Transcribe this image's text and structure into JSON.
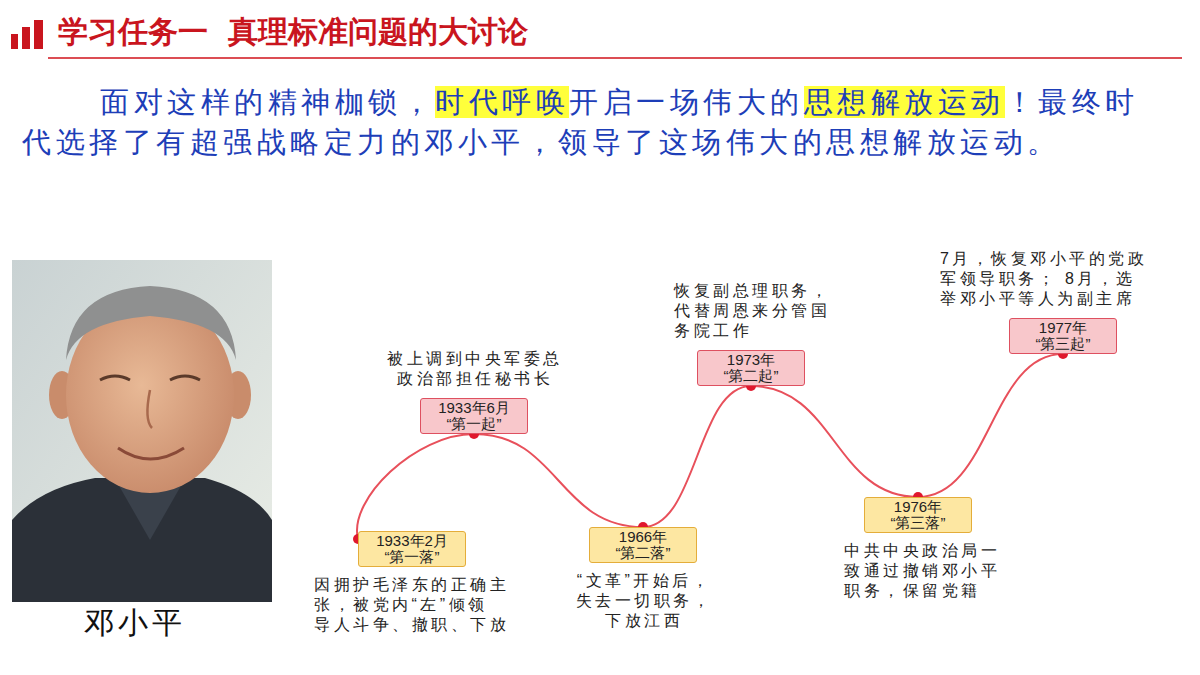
{
  "diagram": {
    "title": "学习任务一 真理标准问题的大讨论",
    "nodes": [
      {
        "text": [
          "1933年2月",
          "“第一落”",
          "因拥护毛泽东的正确主 张，被党内“左”倾领 导人斗争、撤职、下放"
        ]
      },
      {
        "text": [
          "1933年6月",
          "“第一起”",
          "被上调到中央军委总 政治部担任秘书长"
        ]
      },
      {
        "text": [
          "1966年",
          "“第二落”",
          "“文革”开始后， 失去一切职务， 下放江西"
        ]
      },
      {
        "text": [
          "1973年",
          "“第二起”",
          "恢复副总理职务， 代替周恩来分管国 务院工作"
        ]
      },
      {
        "text": [
          "1976年",
          "“第三落”",
          "中共中央政治局一 致通过撤销邓小平 职务，保留党籍"
        ]
      },
      {
        "text": [
          "1977年",
          "“第三起”",
          "7月，恢复邓小平的党政 军领导职务； 8月，选 举邓小平等人为副主席"
        ]
      }
    ],
    "edges": [
      {
        "from": 0,
        "to": 1,
        "arrow": "none"
      },
      {
        "from": 1,
        "to": 2,
        "arrow": "none"
      },
      {
        "from": 2,
        "to": 3,
        "arrow": "none"
      },
      {
        "from": 3,
        "to": 4,
        "arrow": "none"
      },
      {
        "from": 4,
        "to": 5,
        "arrow": "none"
      }
    ],
    "labels": [
      "面对这样的精神枷锁，",
      "时代呼唤",
      "开启一场伟大的",
      "思想解放运动",
      "！最终时代选择了有超强战略定力的邓小平，领导了这场伟大的思想解放运动。",
      "邓小平"
    ]
  }
}
